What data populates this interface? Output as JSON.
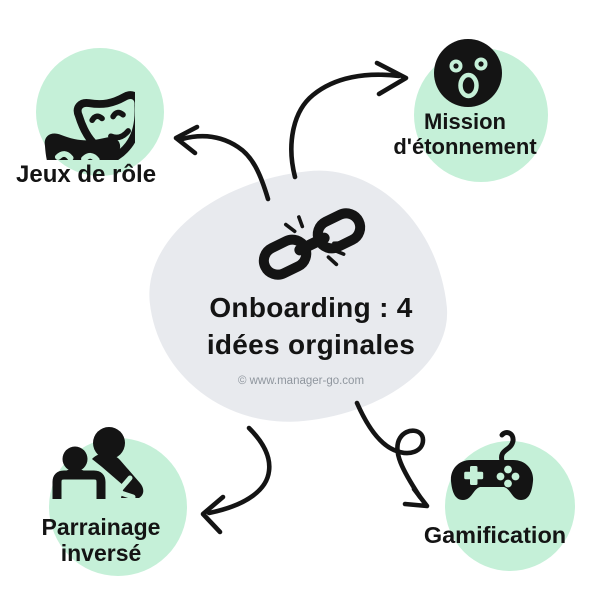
{
  "center": {
    "title_line1": "Onboarding : 4",
    "title_line2": "idées orginales",
    "copyright": "© www.manager-go.com",
    "icon": "broken-chain-icon"
  },
  "nodes": [
    {
      "id": "jeux-de-role",
      "position": "top-left",
      "icon": "theater-masks-icon",
      "label": "Jeux de rôle"
    },
    {
      "id": "mission-detonnement",
      "position": "top-right",
      "icon": "surprised-face-icon",
      "label_line1": "Mission",
      "label_line2": "d'étonnement"
    },
    {
      "id": "parrainage-inverse",
      "position": "bottom-left",
      "icon": "reverse-mentoring-icon",
      "label_line1": "Parrainage",
      "label_line2": "inversé"
    },
    {
      "id": "gamification",
      "position": "bottom-right",
      "icon": "game-controller-icon",
      "label": "Gamification"
    }
  ],
  "colors": {
    "background": "#ffffff",
    "node_circle": "#c5f0d8",
    "center_blob": "#e8eaee",
    "ink": "#141414",
    "copyright_text": "#8f969e"
  }
}
